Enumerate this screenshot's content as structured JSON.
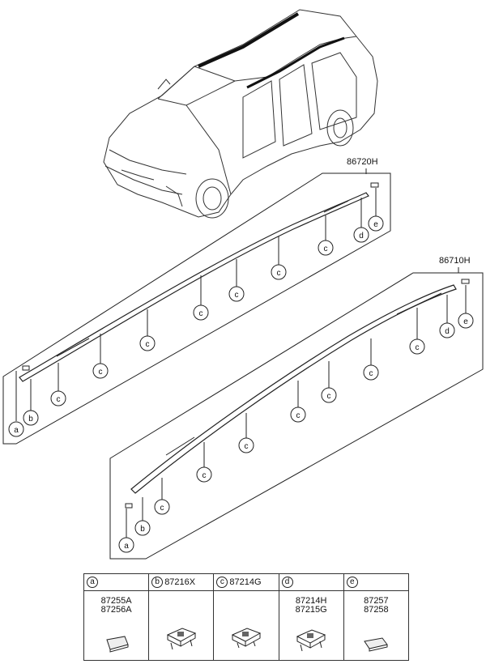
{
  "assemblies": [
    {
      "part_number": "86720H"
    },
    {
      "part_number": "86710H"
    }
  ],
  "callouts": {
    "a": "a",
    "b": "b",
    "c": "c",
    "d": "d",
    "e": "e"
  },
  "legend": [
    {
      "key": "a",
      "parts": [
        "87255A",
        "87256A"
      ]
    },
    {
      "key": "b",
      "parts": [
        "87216X"
      ]
    },
    {
      "key": "c",
      "parts": [
        "87214G"
      ]
    },
    {
      "key": "d",
      "parts": [
        "87214H",
        "87215G"
      ]
    },
    {
      "key": "e",
      "parts": [
        "87257",
        "87258"
      ]
    }
  ]
}
